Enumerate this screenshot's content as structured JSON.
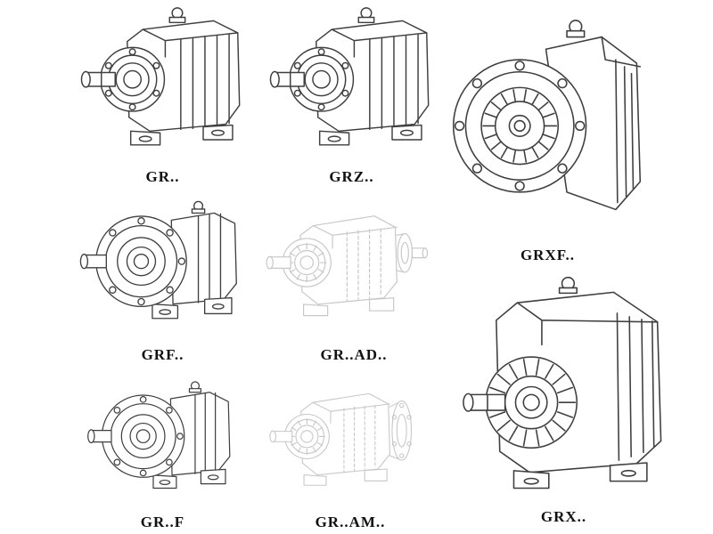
{
  "page": {
    "background": "#ffffff",
    "description": "Catalog line-drawing sheet of GR series helical gear reducer mounting variants"
  },
  "colors": {
    "line": "#3f3f3f",
    "ghost_line": "#c7c7c7",
    "label_text": "#101010"
  },
  "items": [
    {
      "label": "GR..",
      "figure": "foot-mounted-gearbox"
    },
    {
      "label": "GRZ..",
      "figure": "foot-mounted-gearbox"
    },
    {
      "label": "GRXF..",
      "figure": "front-flange-gearbox"
    },
    {
      "label": "GRF..",
      "figure": "flange-foot-gearbox"
    },
    {
      "label": "GR..AD..",
      "figure": "ghost-gearbox-input-adapter"
    },
    {
      "label": "GR..F",
      "figure": "flange-foot-gearbox"
    },
    {
      "label": "GR..AM..",
      "figure": "ghost-gearbox-motor-flange"
    },
    {
      "label": "GRX..",
      "figure": "large-foot-mounted-gearbox"
    }
  ]
}
